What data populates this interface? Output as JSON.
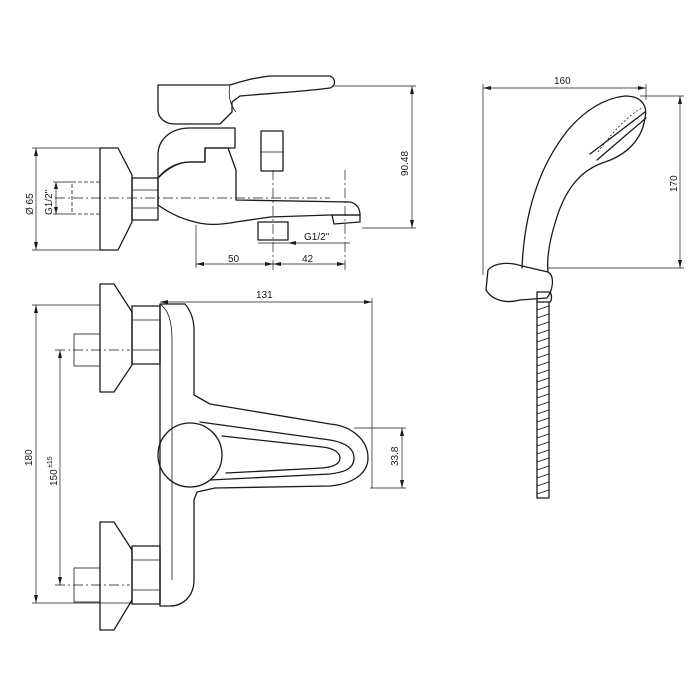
{
  "dimensions": {
    "diameter_inlet": "Ø 65",
    "inlet_thread": "G1/2\"",
    "height_90": "90.48",
    "spacing_50": "50",
    "spacing_42": "42",
    "outlet_thread": "G1/2\"",
    "depth_131": "131",
    "height_180": "180",
    "center_150": "150",
    "center_150_tol": "±15",
    "lever_33": "33.8",
    "shower_width_160": "160",
    "shower_height_170": "170"
  }
}
